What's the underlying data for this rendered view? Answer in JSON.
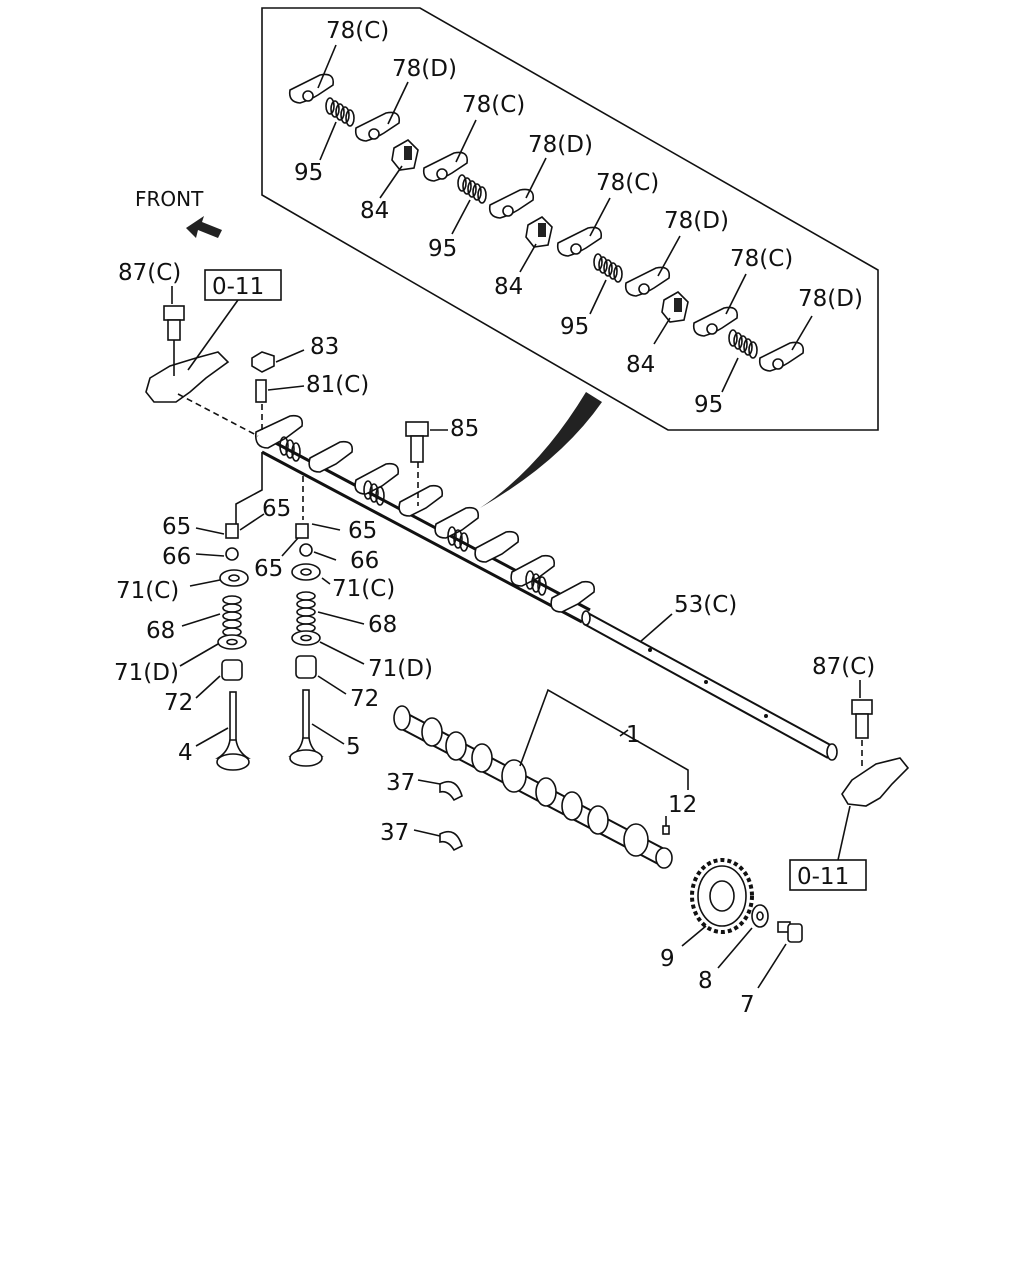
{
  "front_label": "FRONT",
  "callouts": {
    "c78C_1": "78(C)",
    "c78D_1": "78(D)",
    "c95_1": "95",
    "c84_1": "84",
    "c78C_2": "78(C)",
    "c78D_2": "78(D)",
    "c95_2": "95",
    "c84_2": "84",
    "c78C_3": "78(C)",
    "c78D_3": "78(D)",
    "c95_3": "95",
    "c84_3": "84",
    "c78C_4": "78(C)",
    "c78D_4": "78(D)",
    "c95_4": "95",
    "c87C_1": "87(C)",
    "c87C_2": "87(C)",
    "c83": "83",
    "c81C": "81(C)",
    "c85": "85",
    "c65_a": "65",
    "c65_b": "65",
    "c65_c": "65",
    "c65_d": "65",
    "c66_a": "66",
    "c66_b": "66",
    "c71C_a": "71(C)",
    "c71C_b": "71(C)",
    "c68_a": "68",
    "c68_b": "68",
    "c71D_a": "71(D)",
    "c71D_b": "71(D)",
    "c72_a": "72",
    "c72_b": "72",
    "c4": "4",
    "c5": "5",
    "c53C": "53(C)",
    "c1": "1",
    "c12": "12",
    "c37_a": "37",
    "c37_b": "37",
    "c9": "9",
    "c8": "8",
    "c7": "7"
  },
  "ref_boxes": {
    "ref1": "0-11",
    "ref2": "0-11"
  }
}
